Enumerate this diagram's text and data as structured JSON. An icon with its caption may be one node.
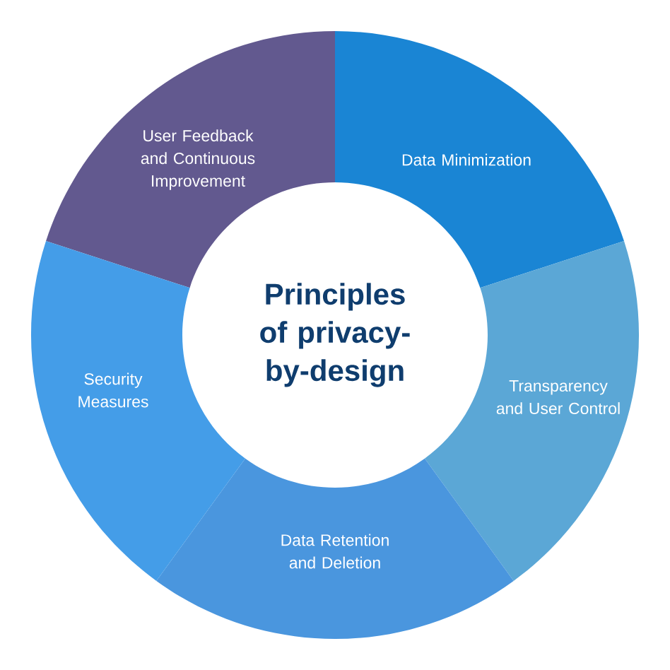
{
  "diagram": {
    "nodes": [
      {
        "text": [
          "Principles of privacy-by-design"
        ]
      },
      {
        "text": [
          "User Feedback and Continuous Improvement"
        ]
      },
      {
        "text": [
          "Data Minimization"
        ]
      },
      {
        "text": [
          "Transparency and User Control"
        ]
      },
      {
        "text": [
          "Data Retention and Deletion"
        ]
      },
      {
        "text": [
          "Security Measures"
        ]
      }
    ]
  }
}
